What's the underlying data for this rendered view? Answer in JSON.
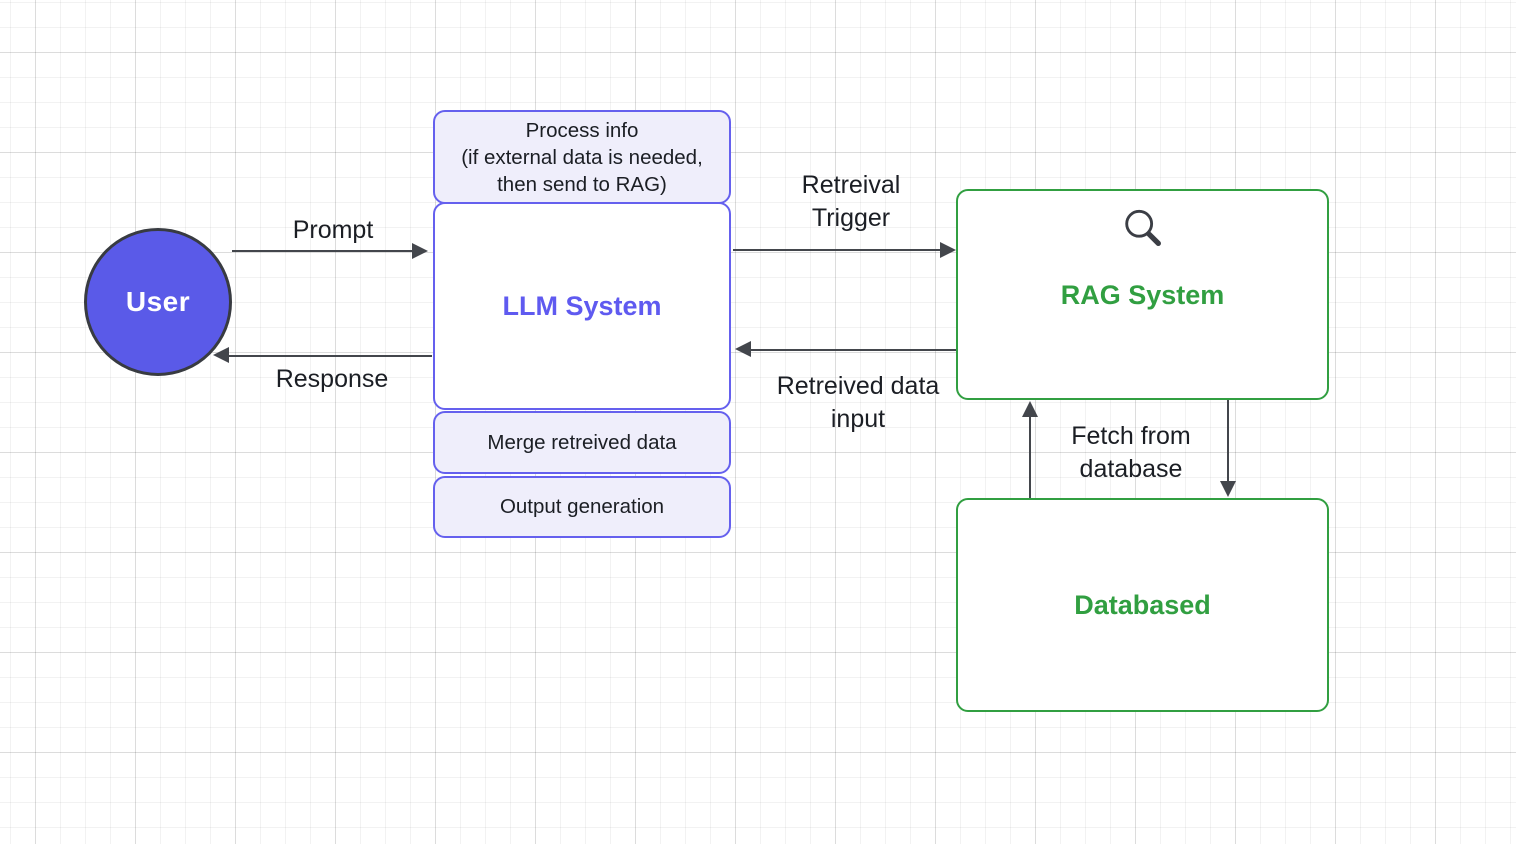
{
  "colors": {
    "purple_border": "#6560ee",
    "purple_text": "#5f5af0",
    "purple_fill": "#efeefb",
    "user_fill": "#5a5ae8",
    "green": "#319f41",
    "arrow": "#43464c",
    "text": "#1b1e24"
  },
  "nodes": {
    "user": {
      "label": "User"
    },
    "llm": {
      "process_info": "Process info\n(if external data is needed,\nthen send to RAG)",
      "title": "LLM System",
      "merge": "Merge retreived data",
      "output": "Output generation"
    },
    "rag": {
      "title": "RAG System",
      "icon": "magnifier-icon"
    },
    "database": {
      "title": "Databased"
    }
  },
  "edges": {
    "prompt": "Prompt",
    "response": "Response",
    "retrieval_trigger": "Retreival\nTrigger",
    "retrieved_data": "Retreived data\ninput",
    "fetch": "Fetch from\ndatabase"
  }
}
